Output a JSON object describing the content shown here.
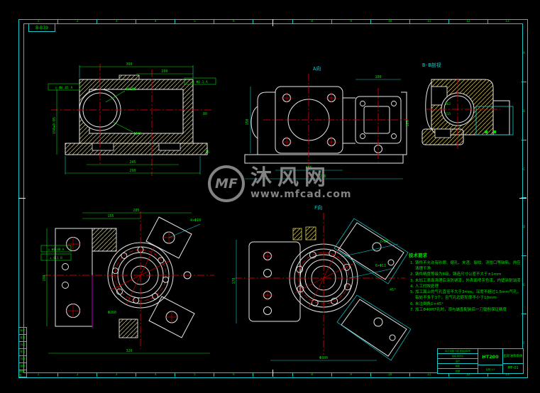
{
  "frame": {
    "corner_label": "B-B39",
    "top_numbers": [
      "1",
      "2",
      "3",
      "4",
      "5",
      "6",
      "7",
      "8",
      "9",
      "10",
      "11",
      "12",
      "13"
    ],
    "bottom_numbers": [
      "1",
      "2",
      "3",
      "4",
      "5",
      "6",
      "7",
      "8",
      "9",
      "10",
      "11",
      "12",
      "13"
    ],
    "right_letters": [
      "A",
      "B",
      "C",
      "D",
      "E",
      "F"
    ],
    "left_cells": [
      "标记",
      "处数",
      "分区",
      "签名",
      "日期",
      "描图",
      "底图号"
    ]
  },
  "views": {
    "section_main": {
      "dims": {
        "d1": "360",
        "d2": "200",
        "d3": "245",
        "d4": "290",
        "d5": "150±0.05",
        "d6": "Φ62H8",
        "d7": "Φ145",
        "d8": "80",
        "d9": "25"
      },
      "gdt1": "◎ Φ0.05 A",
      "gdt2": "⌖ Φ0.1 A"
    },
    "side_view": {
      "label": "A向",
      "dims": {
        "d1": "150",
        "d2": "100",
        "d3": "Φ95",
        "d4": "216",
        "d5": "165"
      }
    },
    "section_bb": {
      "label": "B-B剖视",
      "dims": {
        "d1": "Φ62",
        "d2": "R15"
      }
    },
    "front_view": {
      "dims": {
        "d1": "285",
        "d2": "155",
        "d3": "190",
        "d4": "320",
        "d5": "4×Φ18",
        "d6": "Φ260"
      },
      "gdt1": "◎ Φ0.08 A",
      "gdt2": "⊥ 0.1 B"
    },
    "rear_view": {
      "label": "F向",
      "dims": {
        "d1": "170",
        "d2": "6×Φ11",
        "d3": "2×Φ9",
        "d4": "Φ300",
        "d5": "45°"
      }
    }
  },
  "notes": {
    "title": "技术要求",
    "items": [
      "铸件不允许有砂眼、缩孔、夹渣、裂纹、浇冒口等缺陷，并应清理干净",
      "铸件精度等级为8级，铸造尺寸公差不大于±1mm",
      "未加工表面清理后涂防锈漆，外表面喷灰色漆，内壁涂耐油漆",
      "人工时效处理",
      "加工面上的气孔直径不大于3mm，深度不超过1.5mm气孔，每处不多于3个，且气孔边距轮廓不小于10mm",
      "未注倒角1×45°",
      "加工Φ40H7孔时，须与端盖配装后一刀镗削保证精度"
    ]
  },
  "watermark": {
    "logo": "MF",
    "site_name": "沐风网",
    "site_url": "www.mfcad.com"
  },
  "title_block": {
    "material": "HT200",
    "part_name": "齿轮油泵泵体",
    "drawing_no": "MF-01",
    "scale": "比例 1:2",
    "rows": [
      "标记 处数 分区 更改文件号",
      "签名 年月日",
      "设计",
      "校核",
      "批准"
    ]
  }
}
